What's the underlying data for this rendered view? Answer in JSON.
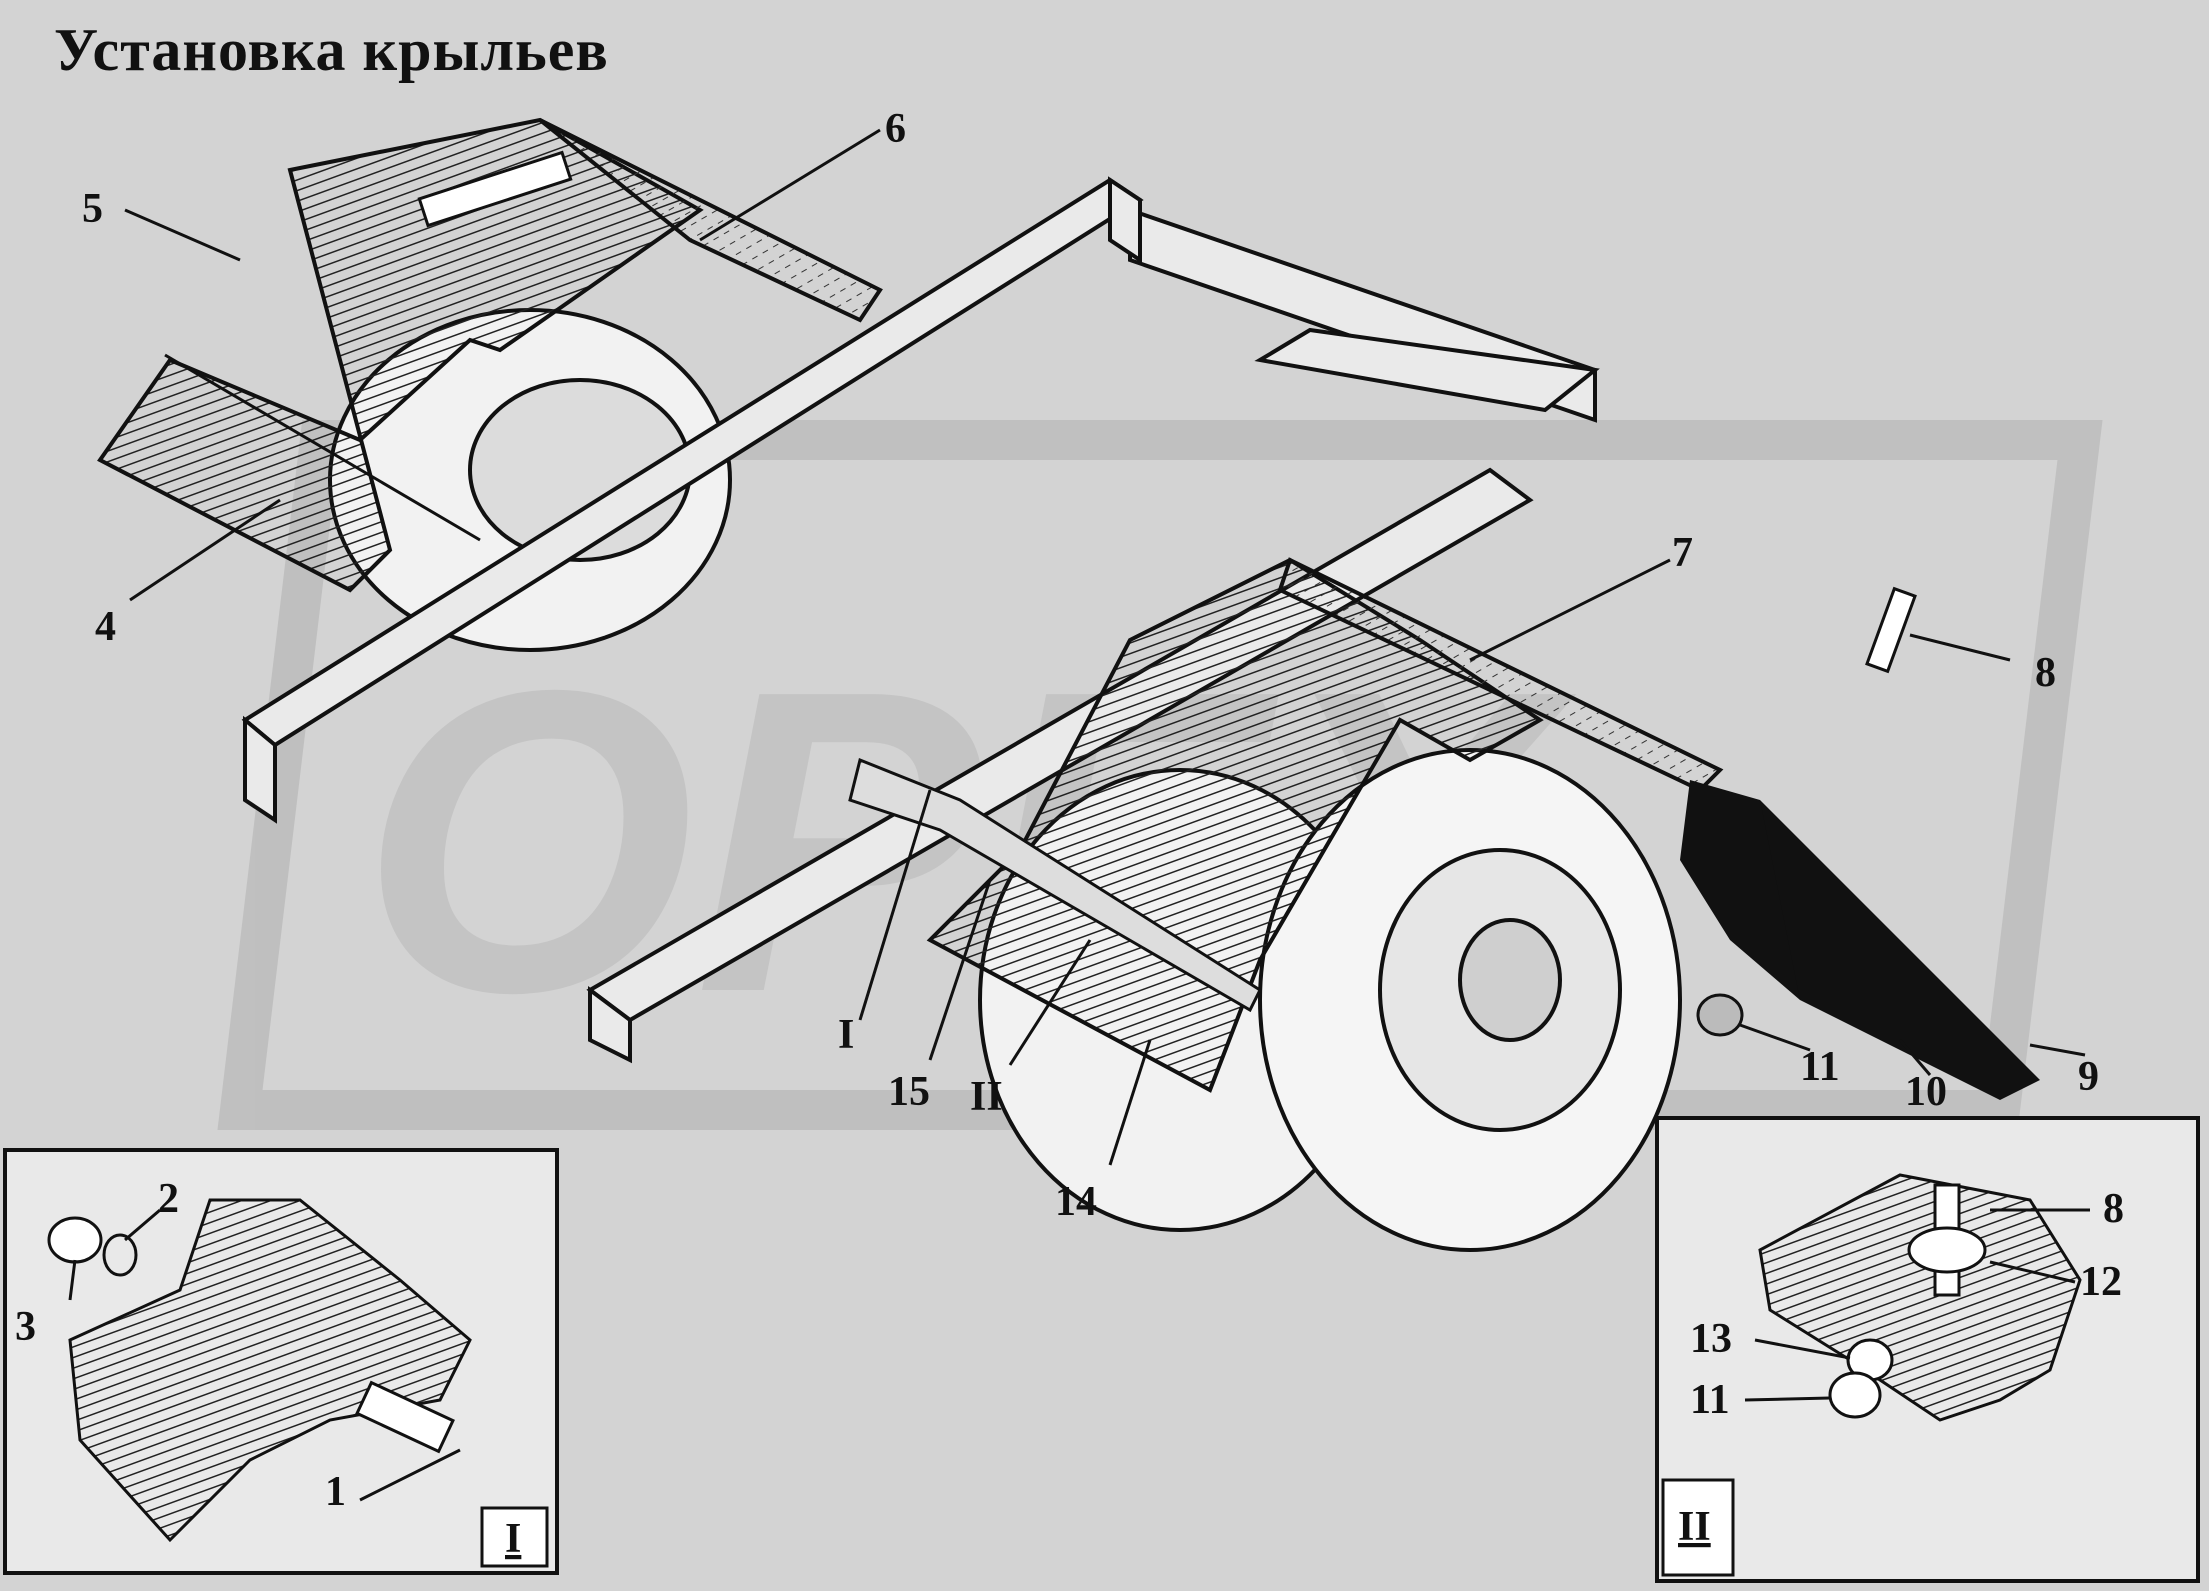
{
  "title": "Установка крыльев",
  "watermark": "OPEX",
  "colors": {
    "background": "#d3d3d3",
    "ink": "#111111",
    "panel": "#eaeaea",
    "watermark": "#bdbdbd"
  },
  "callouts": [
    "1",
    "2",
    "3",
    "4",
    "5",
    "6",
    "7",
    "8",
    "9",
    "10",
    "11",
    "12",
    "13",
    "14",
    "15"
  ],
  "views": {
    "main_I": "I",
    "main_II": "II",
    "inset_I": "I",
    "inset_II": "II"
  }
}
